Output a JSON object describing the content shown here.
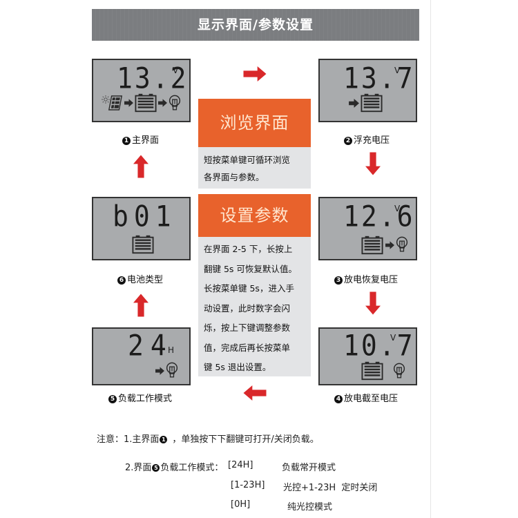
{
  "title": "显示界面/参数设置",
  "colors": {
    "title_bar": "#7b7d80",
    "lcd_bg": "#a9abad",
    "orange": "#e8622c",
    "arrow_red": "#d9282a",
    "text_panel": "#e3e4e6"
  },
  "screens": [
    {
      "id": 1,
      "number": "1",
      "label": "主界面",
      "value": "13.2",
      "unit": "V",
      "icons": [
        "sun-icon",
        "solar-panel-icon",
        "arrow-right-icon",
        "battery-icon",
        "arrow-right-icon",
        "bulb-icon"
      ]
    },
    {
      "id": 2,
      "number": "2",
      "label": "浮充电压",
      "value": "13.7",
      "unit": "V",
      "icons": [
        "arrow-right-icon",
        "battery-icon"
      ]
    },
    {
      "id": 3,
      "number": "3",
      "label": "放电恢复电压",
      "value": "12.6",
      "unit": "V",
      "icons": [
        "battery-icon",
        "arrow-right-icon",
        "bulb-icon"
      ]
    },
    {
      "id": 4,
      "number": "4",
      "label": "放电截至电压",
      "value": "10.7",
      "unit": "V",
      "icons": [
        "battery-icon",
        "bulb-icon"
      ]
    },
    {
      "id": 5,
      "number": "5",
      "label": "负载工作模式",
      "value": "24",
      "unit": "H",
      "icons": [
        "arrow-right-icon",
        "bulb-icon"
      ]
    },
    {
      "id": 6,
      "number": "6",
      "label": "电池类型",
      "value": "b01",
      "unit": "",
      "icons": [
        "battery-icon"
      ]
    }
  ],
  "browse": {
    "heading": "浏览界面",
    "lines": [
      "短按菜单键可循环浏览",
      "各界面与参数。"
    ]
  },
  "settings": {
    "heading": "设置参数",
    "lines": [
      "在界面 2-5 下，长按上",
      "翻键 5s 可恢复默认值。",
      "长按菜单键 5s，进入手",
      "动设置，此时数字会闪",
      "烁，按上下键调整参数",
      "值，完成后再长按菜单",
      "键 5s 退出设置。"
    ]
  },
  "notes": {
    "line1_prefix": "注意：1.主界面",
    "line1_num": "1",
    "line1_suffix": "，单独按下下翻键可打开/关闭负载。",
    "line2_prefix": "2.界面",
    "line2_num": "5",
    "line2_suffix": "负载工作模式：",
    "modes": [
      {
        "code": "[24H]",
        "desc": "负载常开模式"
      },
      {
        "code": "[1-23H]",
        "desc": "光控+1-23H  定时关闭"
      },
      {
        "code": "[0H]",
        "desc": "纯光控模式"
      }
    ]
  }
}
